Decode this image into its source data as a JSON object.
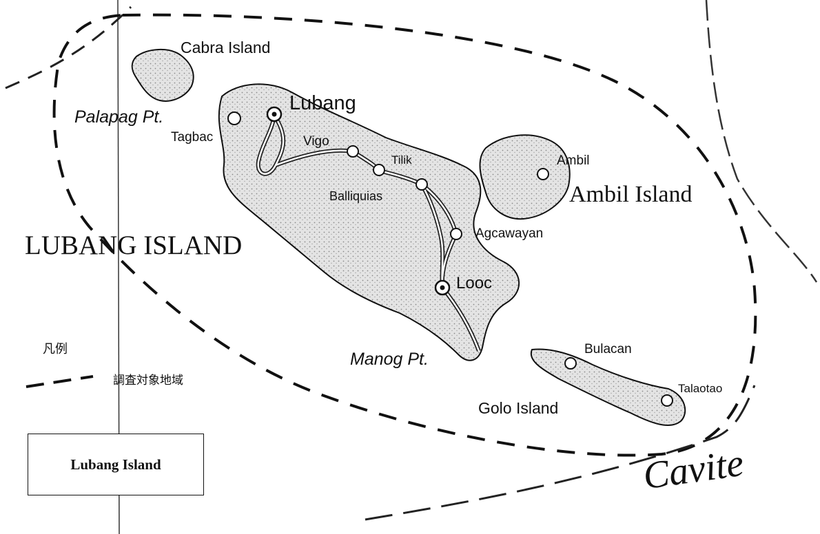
{
  "map": {
    "main_island_label": "LUBANG ISLAND",
    "islands": {
      "cabra": "Cabra Island",
      "ambil": "Ambil Island",
      "golo": "Golo Island"
    },
    "points": {
      "palapag": "Palapag Pt.",
      "manog": "Manog Pt."
    },
    "places": {
      "lubang": "Lubang",
      "tagbac": "Tagbac",
      "vigo": "Vigo",
      "tilik": "Tilik",
      "balliquias": "Balliquias",
      "agcawayan": "Agcawayan",
      "looc": "Looc",
      "ambil": "Ambil",
      "bulacan": "Bulacan",
      "talaotao": "Talaotao"
    },
    "province": "Cavite"
  },
  "legend": {
    "title": "凡例",
    "dashed_label": "調査対象地域",
    "box_label": "Lubang Island"
  },
  "colors": {
    "ink": "#111111",
    "land_fill": "#dcdcdc",
    "background": "#ffffff"
  }
}
